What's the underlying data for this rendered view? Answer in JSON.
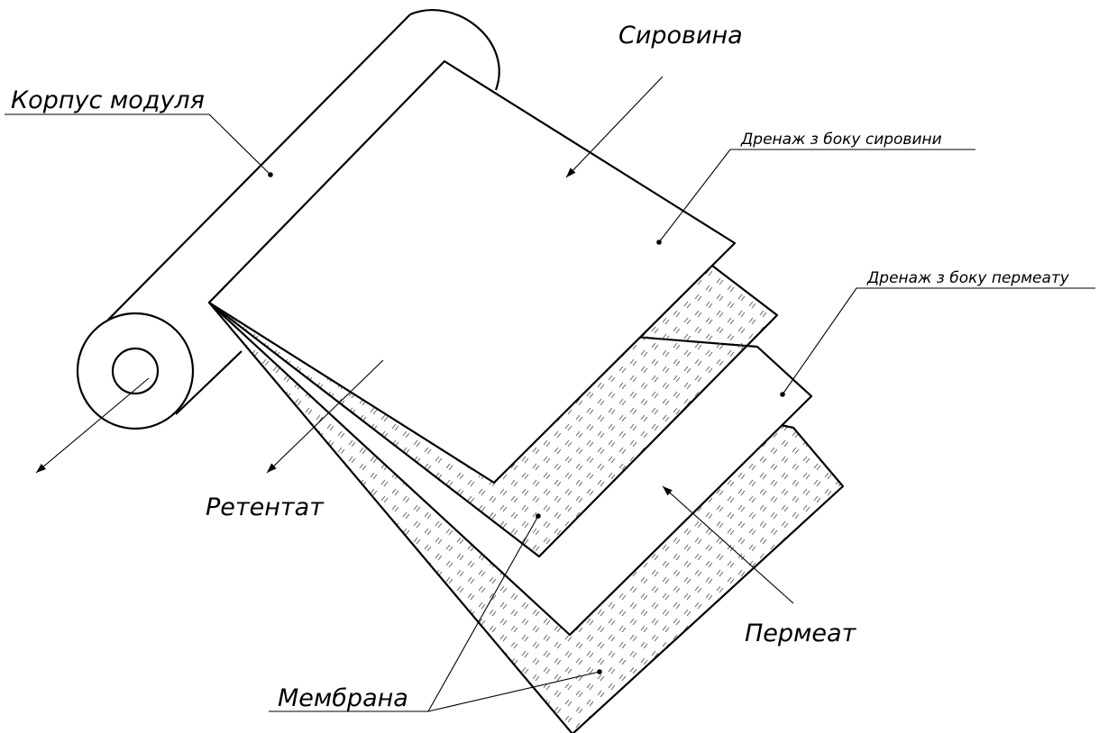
{
  "labels": {
    "housing": "Корпус модуля",
    "feed": "Сировина",
    "feed_drain": "Дренаж з боку сировини",
    "permeate_drain": "Дренаж з боку пермеату",
    "retentate": "Ретентат",
    "permeate": "Пермеат",
    "membrane": "Мембрана"
  },
  "colors": {
    "line": "#000000",
    "background": "#ffffff",
    "hatch": "#555555"
  }
}
